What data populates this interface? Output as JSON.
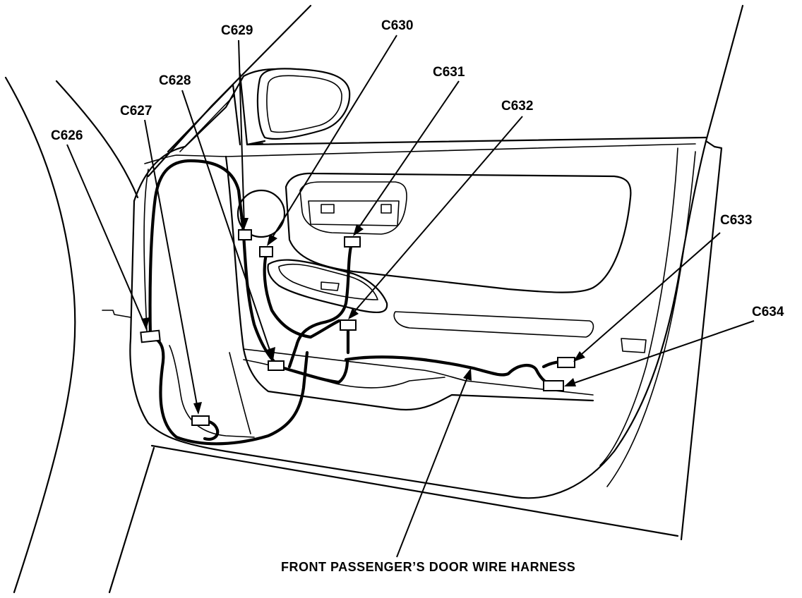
{
  "diagram": {
    "caption": "FRONT PASSENGER’S DOOR WIRE HARNESS",
    "connectors": [
      {
        "id": "C626",
        "label": "C626"
      },
      {
        "id": "C627",
        "label": "C627"
      },
      {
        "id": "C628",
        "label": "C628"
      },
      {
        "id": "C629",
        "label": "C629"
      },
      {
        "id": "C630",
        "label": "C630"
      },
      {
        "id": "C631",
        "label": "C631"
      },
      {
        "id": "C632",
        "label": "C632"
      },
      {
        "id": "C633",
        "label": "C633"
      },
      {
        "id": "C634",
        "label": "C634"
      }
    ]
  }
}
